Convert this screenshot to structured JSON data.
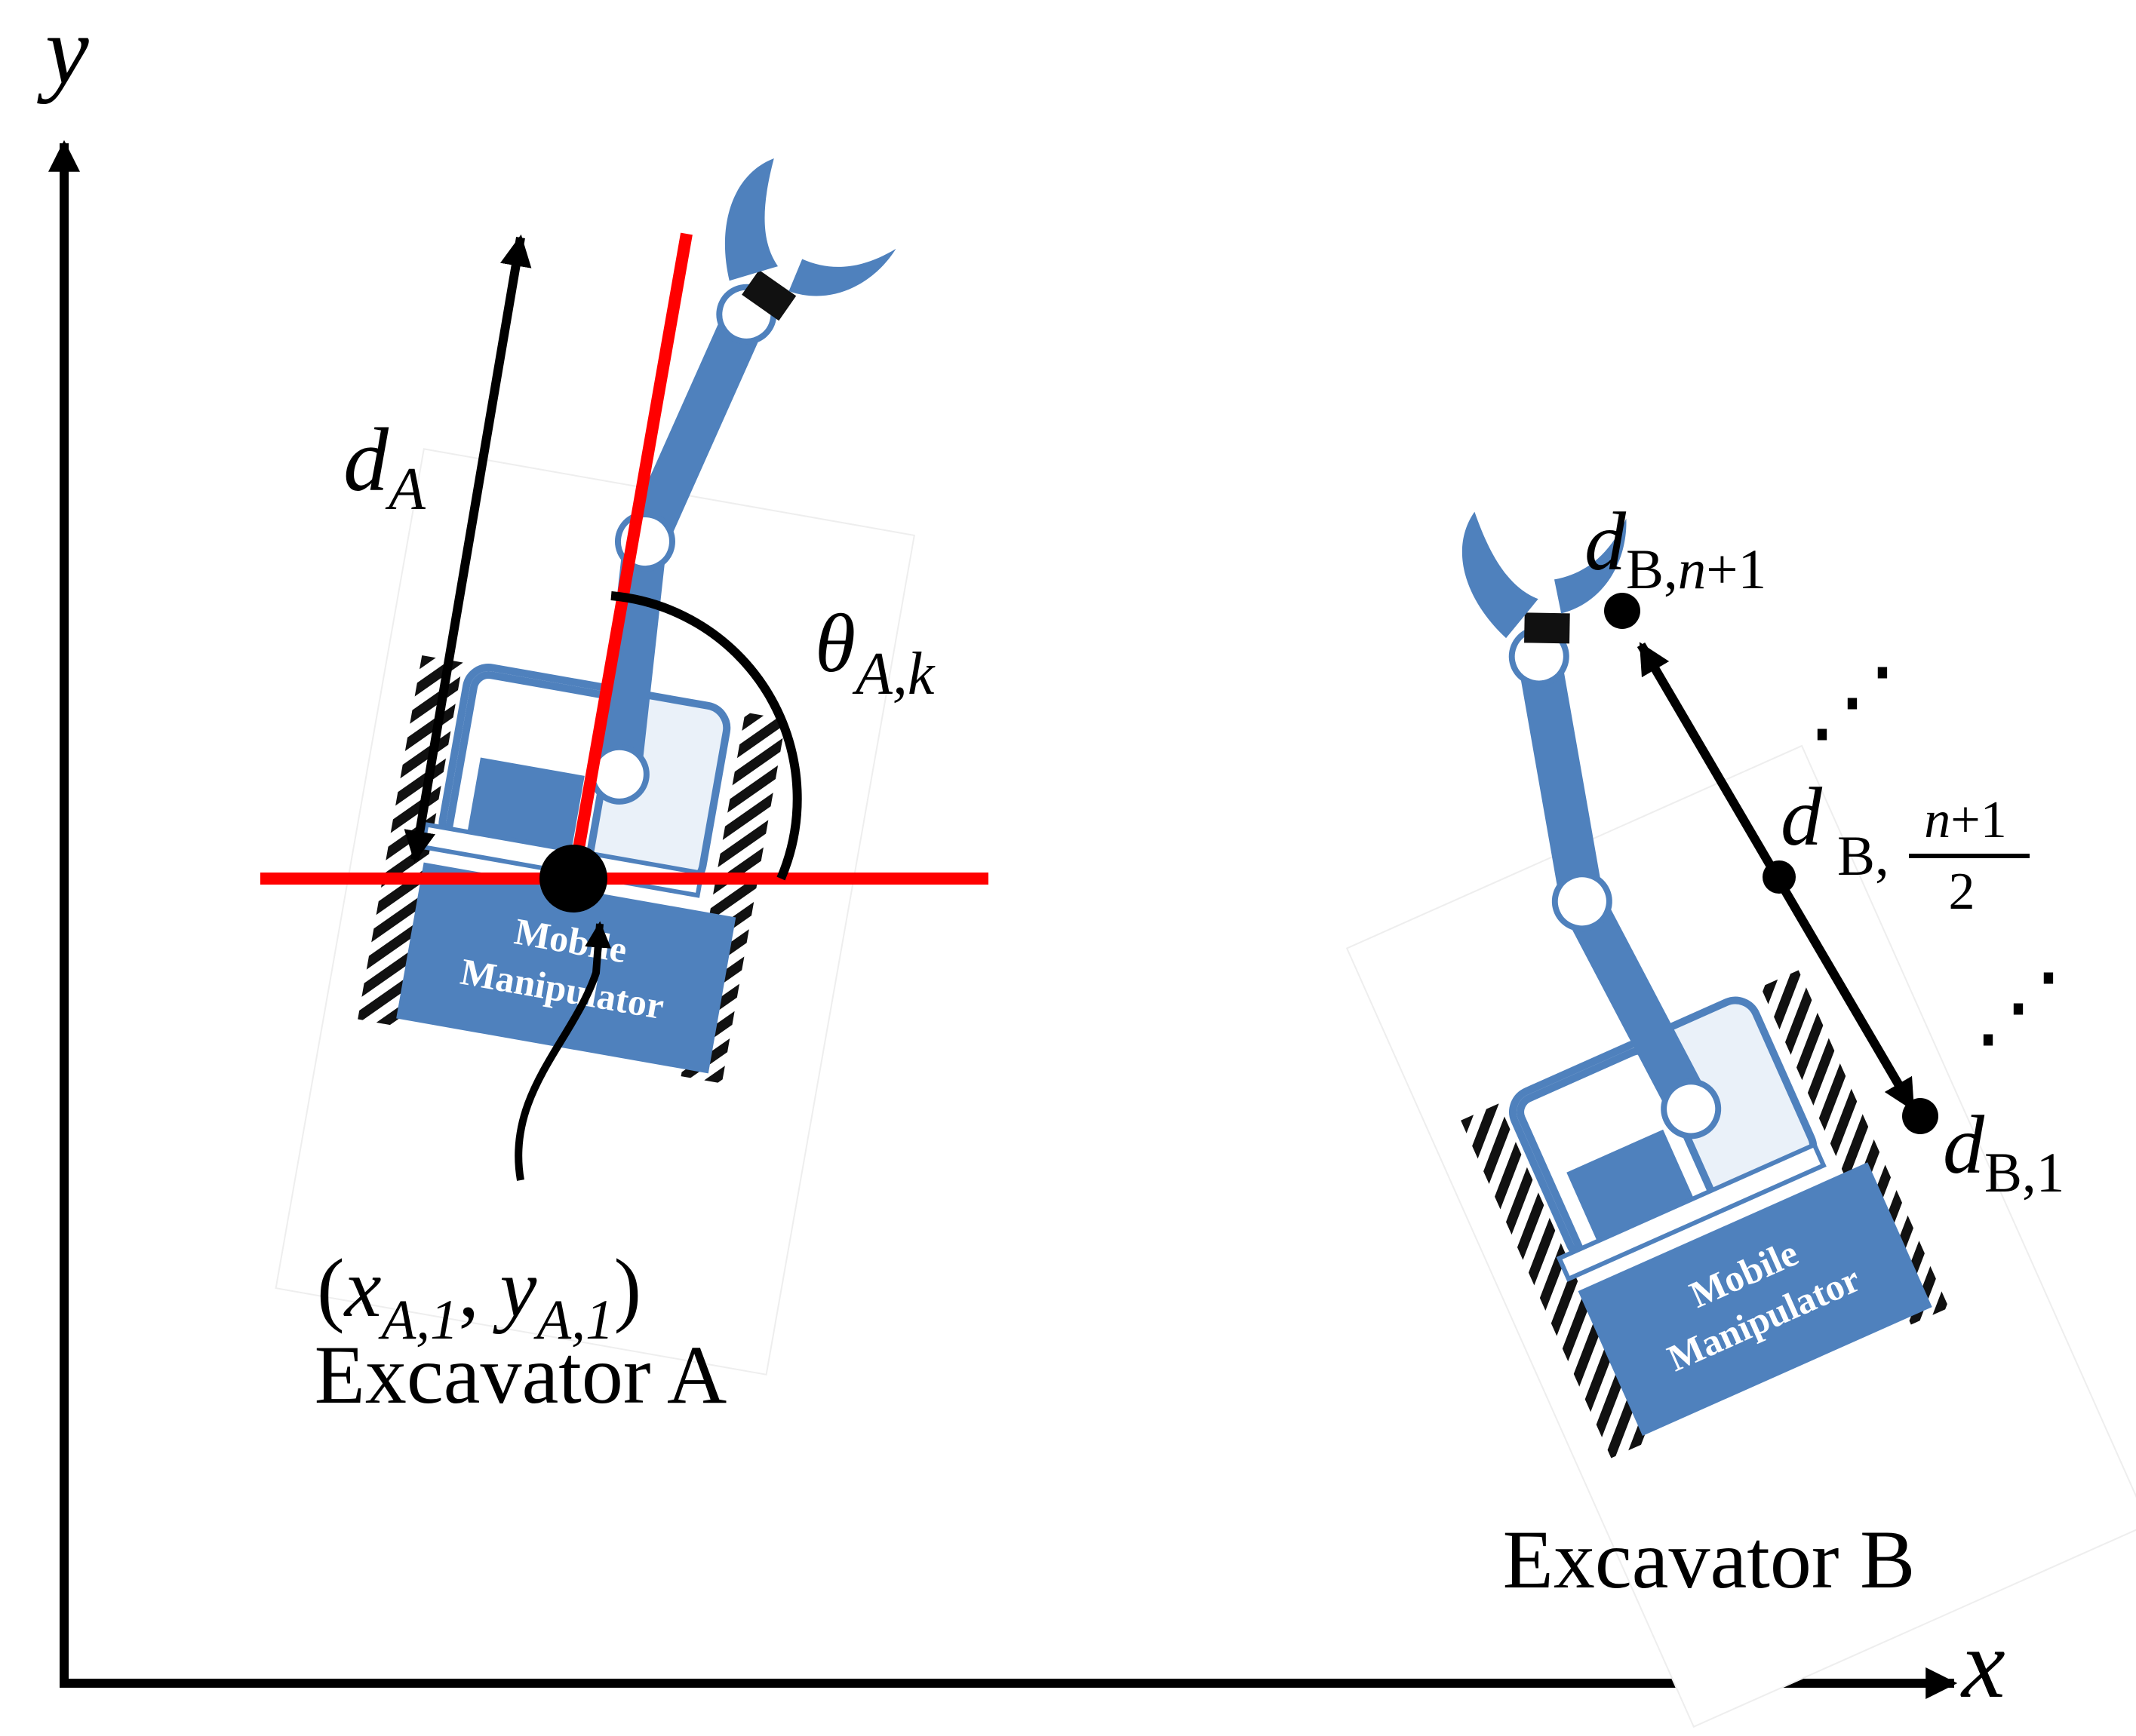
{
  "axes": {
    "x_label": "x",
    "y_label": "y"
  },
  "excavator_a": {
    "name": "Excavator  A",
    "plate_line1": "Mobile",
    "plate_line2": "Manipulator",
    "distance_symbol": "d",
    "distance_sub": "A",
    "angle_symbol": "θ",
    "angle_sub": "A,k",
    "position_open": "(",
    "position_x": "x",
    "position_x_sub": "A,1",
    "position_sep": ", ",
    "position_y": "y",
    "position_y_sub": "A,1",
    "position_close": ")"
  },
  "excavator_b": {
    "name": "Excavator  B",
    "plate_line1": "Mobile",
    "plate_line2": "Manipulator",
    "d_symbol": "d",
    "d_top_sub": "B,",
    "d_top_sub_it": "n",
    "d_top_sub_tail": "+1",
    "d_mid_sub": "B,",
    "d_mid_num_it": "n",
    "d_mid_num_tail": "+1",
    "d_mid_den": "2",
    "d_bottom_sub": "B,1",
    "ellipsis_top": "⋰",
    "ellipsis_bottom": "⋰"
  },
  "colors": {
    "reference_line": "#ff0000",
    "robot_body": "#4f81bd",
    "robot_light": "#e8f0f8",
    "track": "#111111",
    "arrow": "#000000"
  }
}
